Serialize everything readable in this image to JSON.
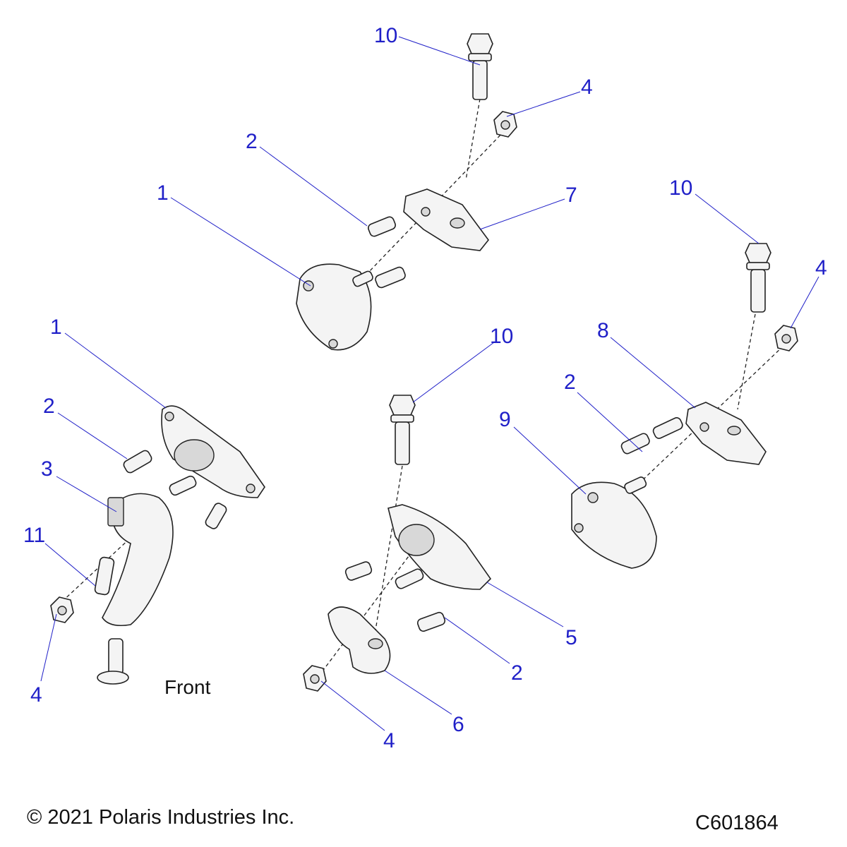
{
  "callouts": [
    "10",
    "4",
    "2",
    "1",
    "7",
    "10",
    "4",
    "10",
    "8",
    "2",
    "9",
    "1",
    "2",
    "3",
    "11",
    "4",
    "5",
    "2",
    "6",
    "4"
  ],
  "front_label": "Front",
  "copyright": "© 2021 Polaris Industries Inc.",
  "diagram_id": "C601864",
  "colors": {
    "callout": "#2020c8",
    "line": "#222222"
  }
}
